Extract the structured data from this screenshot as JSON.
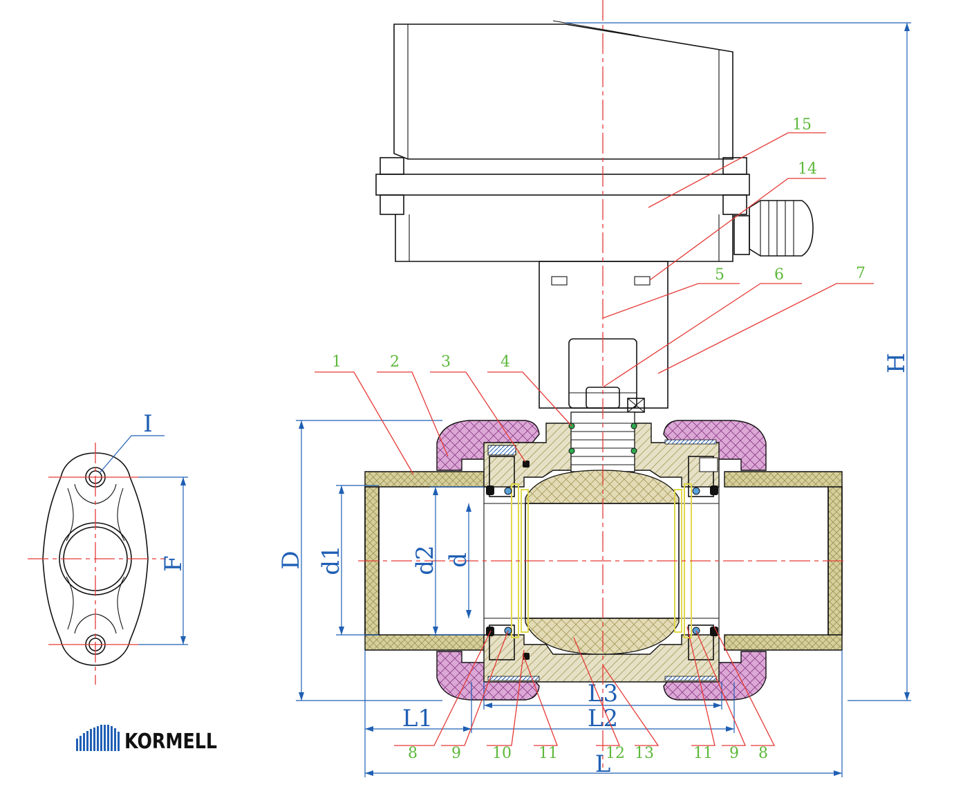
{
  "logo": {
    "text": "KORMELL"
  },
  "colors": {
    "dimension": "#1f5fb4",
    "part_number": "#5cb83a",
    "leader": "#e53935",
    "outline": "#111111",
    "pipe_fill": "#d6cf9c",
    "nut_fill": "#d9a6d3",
    "body_fill": "#e0dcc2",
    "seal_ring": "#e0d84a"
  },
  "dimensions": {
    "H": "H",
    "D": "D",
    "d1": "d1",
    "d2": "d2",
    "d": "d",
    "L": "L",
    "L1": "L1",
    "L2": "L2",
    "L3": "L3",
    "F": "F",
    "I": "I"
  },
  "part_numbers": {
    "p1": "1",
    "p2": "2",
    "p3": "3",
    "p4": "4",
    "p5": "5",
    "p6": "6",
    "p7": "7",
    "p14": "14",
    "p15": "15",
    "bl8": "8",
    "bl9": "9",
    "bl10": "10",
    "bl11": "11",
    "bl12": "12",
    "bl13": "13",
    "br11": "11",
    "br9": "9",
    "br8": "8"
  }
}
